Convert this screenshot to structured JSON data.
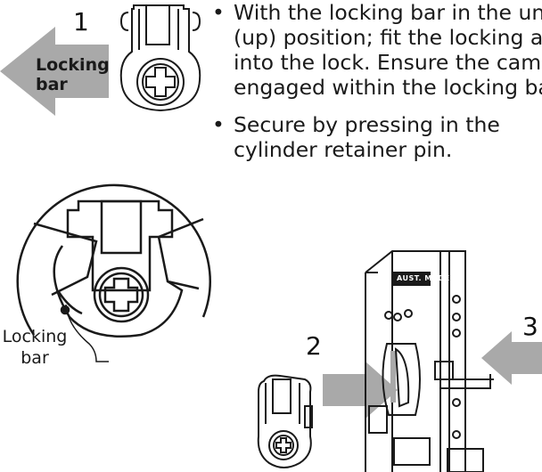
{
  "steps": {
    "step1": "1",
    "step2": "2",
    "step3": "3"
  },
  "arrow_label": {
    "line1": "Locking",
    "line2": "bar"
  },
  "instructions": [
    {
      "lines": [
        "With the locking bar in the unl",
        "(up) position; fit the locking ac",
        "into the lock.  Ensure the cam i",
        "engaged within the locking bar"
      ]
    },
    {
      "lines": [
        "Secure by pressing  in the",
        "cylinder retainer pin."
      ]
    }
  ],
  "callout_label": {
    "line1": "Locking",
    "line2": "bar"
  },
  "lock_plate_stamp": "AUST. MADE",
  "colors": {
    "arrow_gray": "#a9a9a9",
    "line": "#1a1a1a"
  }
}
